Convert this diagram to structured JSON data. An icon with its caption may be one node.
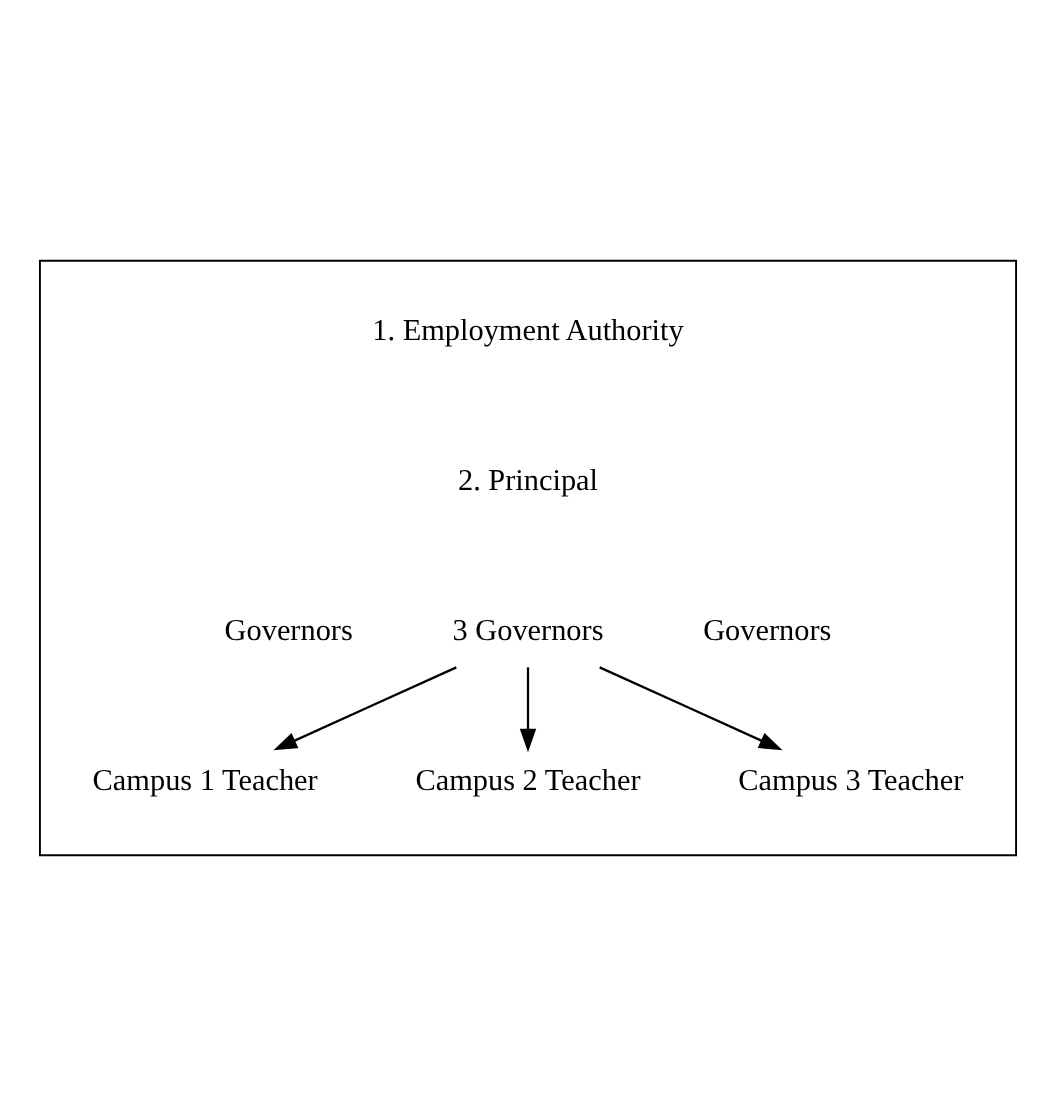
{
  "diagram": {
    "nodes": [
      {
        "text": [],
        "shape": "box"
      },
      {
        "text": [
          "3 Governors"
        ],
        "in": 0
      },
      {
        "text": [
          "Campus 1 Teacher"
        ],
        "in": 0
      },
      {
        "text": [
          "Campus 2 Teacher"
        ],
        "in": 0
      },
      {
        "text": [
          "Campus 3 Teacher"
        ],
        "in": 0
      }
    ],
    "edges": [
      {
        "from": 1,
        "to": 2,
        "arrow": "to"
      },
      {
        "from": 1,
        "to": 3,
        "arrow": "to"
      },
      {
        "from": 1,
        "to": 4,
        "arrow": "to"
      }
    ],
    "labels": [
      "1. Employment Authority",
      "2. Principal",
      "Governors",
      "Governors"
    ]
  }
}
